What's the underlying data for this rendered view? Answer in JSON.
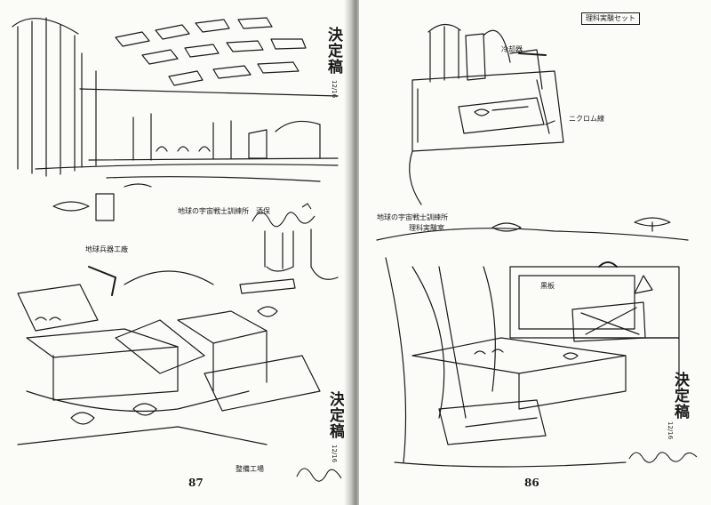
{
  "left_page": {
    "page_number": "87",
    "caption_top": "地球の宇宙戦士訓練所　酒保",
    "caption_factory": "地球兵器工廠",
    "caption_bottom": "整備工場",
    "approval_top": "決定稿",
    "approval_top_date": "12/16",
    "approval_bottom": "決定稿",
    "approval_bottom_date": "12/16"
  },
  "right_page": {
    "page_number": "86",
    "header_box": "理科実験セット",
    "label_cooler": "冷却器",
    "label_nichrome": "ニクロム線",
    "caption_lab_1": "地球の宇宙戦士訓練所",
    "caption_lab_2": "理科実験室",
    "label_blackboard": "黒板",
    "approval": "決定稿",
    "approval_date": "12/16"
  }
}
